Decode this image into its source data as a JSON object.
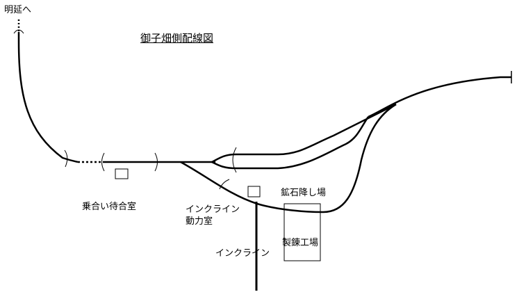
{
  "title": "御子畑側配線図",
  "labels": {
    "to_akenobe": "明延へ",
    "waiting_room": "乗合い待合室",
    "incline_power_room_line1": "インクライン",
    "incline_power_room_line2": "動力室",
    "ore_unloading": "鉱石降し場",
    "smelter": "製錬工場",
    "incline": "インクライン"
  },
  "colors": {
    "line": "#000000",
    "background": "#ffffff"
  }
}
